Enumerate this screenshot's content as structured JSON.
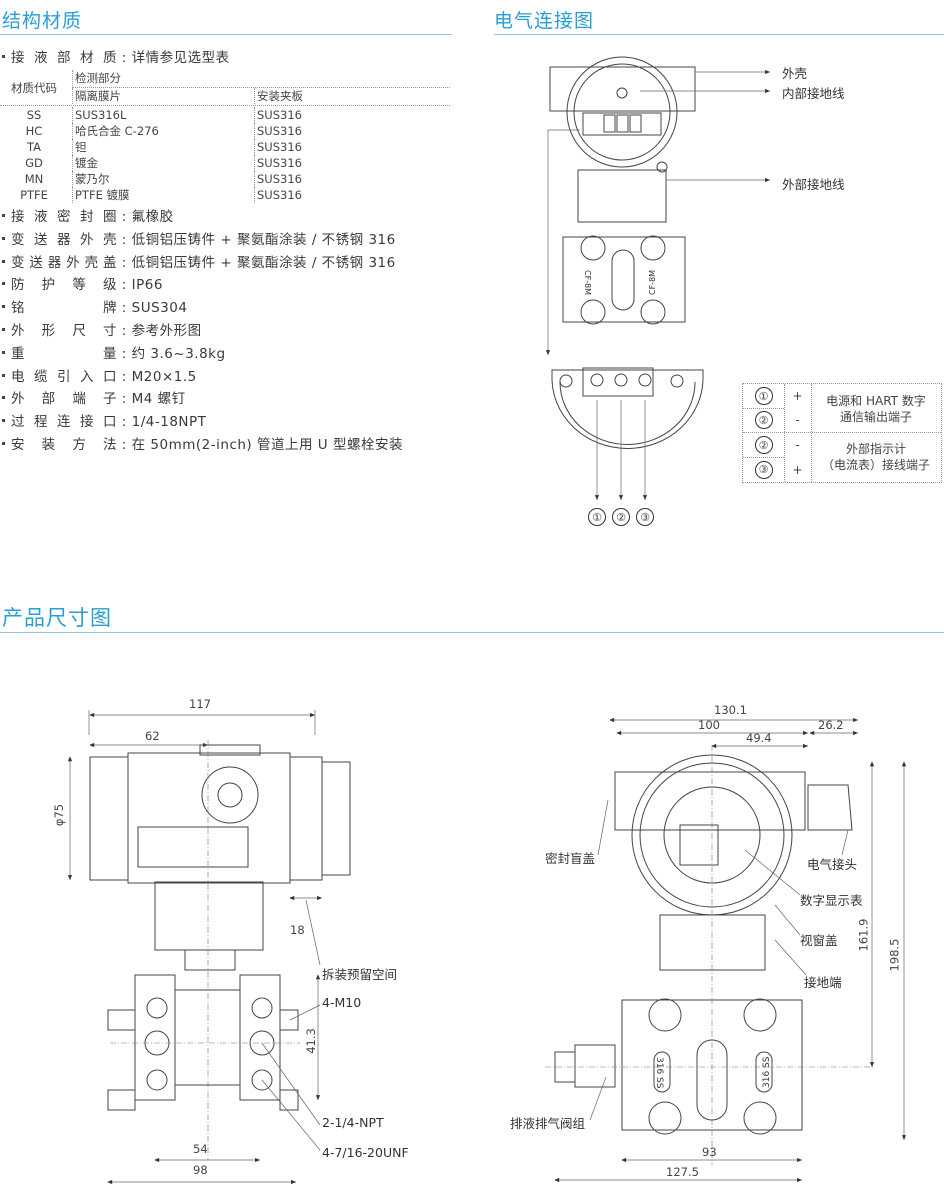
{
  "sections": {
    "structure": "结构材质",
    "wiring": "电气连接图",
    "dimensions": "产品尺寸图"
  },
  "wetted": {
    "key": "接液部材质",
    "value": "详情参见选型表"
  },
  "material_table": {
    "code_header": "材质代码",
    "detect_header": "检测部分",
    "diaphragm_header": "隔离膜片",
    "flange_header": "安装夹板",
    "rows": [
      {
        "code": "SS",
        "diaphragm": "SUS316L",
        "flange": "SUS316"
      },
      {
        "code": "HC",
        "diaphragm": "哈氏合金 C-276",
        "flange": "SUS316"
      },
      {
        "code": "TA",
        "diaphragm": "钽",
        "flange": "SUS316"
      },
      {
        "code": "GD",
        "diaphragm": "镀金",
        "flange": "SUS316"
      },
      {
        "code": "MN",
        "diaphragm": "蒙乃尔",
        "flange": "SUS316"
      },
      {
        "code": "PTFE",
        "diaphragm": "PTFE 镀膜",
        "flange": "SUS316"
      }
    ]
  },
  "specs": [
    {
      "key": "接液密封圈",
      "value": "氟橡胶"
    },
    {
      "key": "变送器外壳",
      "value": "低铜铝压铸件 + 聚氨酯涂装 / 不锈钢 316"
    },
    {
      "key": "变送器外壳盖",
      "value": "低铜铝压铸件 + 聚氨酯涂装 / 不锈钢 316"
    },
    {
      "key": "防护等级",
      "value": "IP66"
    },
    {
      "key": "铭牌",
      "value": "SUS304"
    },
    {
      "key": "外形尺寸",
      "value": "参考外形图"
    },
    {
      "key": "重量",
      "value": "约 3.6~3.8kg"
    },
    {
      "key": "电缆引入口",
      "value": "M20×1.5"
    },
    {
      "key": "外部端子",
      "value": "M4 螺钉"
    },
    {
      "key": "过程连接口",
      "value": "1/4-18NPT"
    },
    {
      "key": "安装方法",
      "value": "在 50mm(2-inch) 管道上用 U 型螺栓安装"
    }
  ],
  "wiring": {
    "callouts": {
      "housing": "外壳",
      "inner_ground": "内部接地线",
      "outer_ground": "外部接地线"
    },
    "terminal_block_labels": [
      "①",
      "②",
      "③"
    ],
    "plate_marking": "CF-8M",
    "table": [
      {
        "num": "①",
        "pol": "+"
      },
      {
        "num": "②",
        "pol": "-"
      },
      {
        "num": "②",
        "pol": "-"
      },
      {
        "num": "③",
        "pol": "+"
      }
    ],
    "desc1_line1": "电源和 HART 数字",
    "desc1_line2": "通信输出端子",
    "desc2_line1": "外部指示计",
    "desc2_line2": "（电流表）接线端子"
  },
  "side_view": {
    "dims": {
      "w117": "117",
      "w62": "62",
      "d75": "φ75",
      "w18": "18",
      "h41": "41.3",
      "w54": "54",
      "w98": "98"
    },
    "callouts": {
      "space": "拆装预留空间",
      "bolt": "4-M10",
      "npt": "2-1/4-NPT",
      "unf": "4-7/16-20UNF"
    }
  },
  "front_view": {
    "dims": {
      "w130": "130.1",
      "w100": "100",
      "w49": "49.4",
      "w26": "26.2",
      "h161": "161.9",
      "h198": "198.5",
      "w93": "93",
      "w127": "127.5"
    },
    "callouts": {
      "plug": "密封盲盖",
      "conn": "电气接头",
      "display": "数字显示表",
      "window": "视窗盖",
      "ground": "接地端",
      "valve": "排液排气阀组"
    },
    "plate_marking": "316 SS"
  },
  "colors": {
    "heading": "#2a9fd6",
    "rule": "#8cc8e6"
  }
}
